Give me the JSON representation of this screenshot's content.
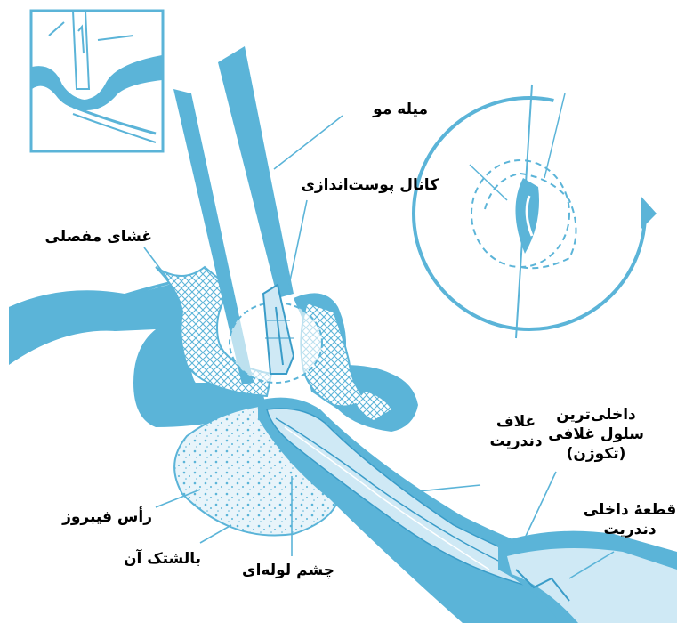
{
  "labels": {
    "hair_shaft": "میله مو",
    "cuticle_canal": "کانال پوست‌اندازی",
    "articular_membrane": "غشای مفصلی",
    "dendrite_sheath_line1": "غلاف",
    "dendrite_sheath_line2": "دندریت",
    "innermost_cell_line1": "داخلی‌ترین",
    "innermost_cell_line2": "سلول غلافی",
    "innermost_cell_line3": "(تکوژن)",
    "inner_segment_line1": "قطعهٔ داخلی",
    "inner_segment_line2": "دندریت",
    "fibrous_tip": "رأس فیبروز",
    "cushion": "بالشتک آن",
    "tubular_body": "چشم لوله‌ای"
  },
  "colors": {
    "structure_blue": "#5bb4d8",
    "pale_blue": "#cfe9f5",
    "line_blue": "#3a9cc8"
  }
}
